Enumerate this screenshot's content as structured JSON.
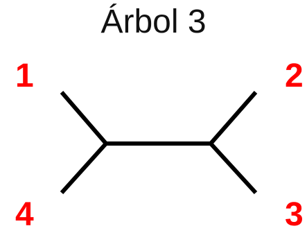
{
  "title": "Árbol 3",
  "leaves": [
    {
      "position": "top-left",
      "label": "1"
    },
    {
      "position": "top-right",
      "label": "2"
    },
    {
      "position": "bottom-right",
      "label": "3"
    },
    {
      "position": "bottom-left",
      "label": "4"
    }
  ],
  "colors": {
    "label": "#ff0000",
    "edge": "#000000",
    "title": "#111111"
  }
}
